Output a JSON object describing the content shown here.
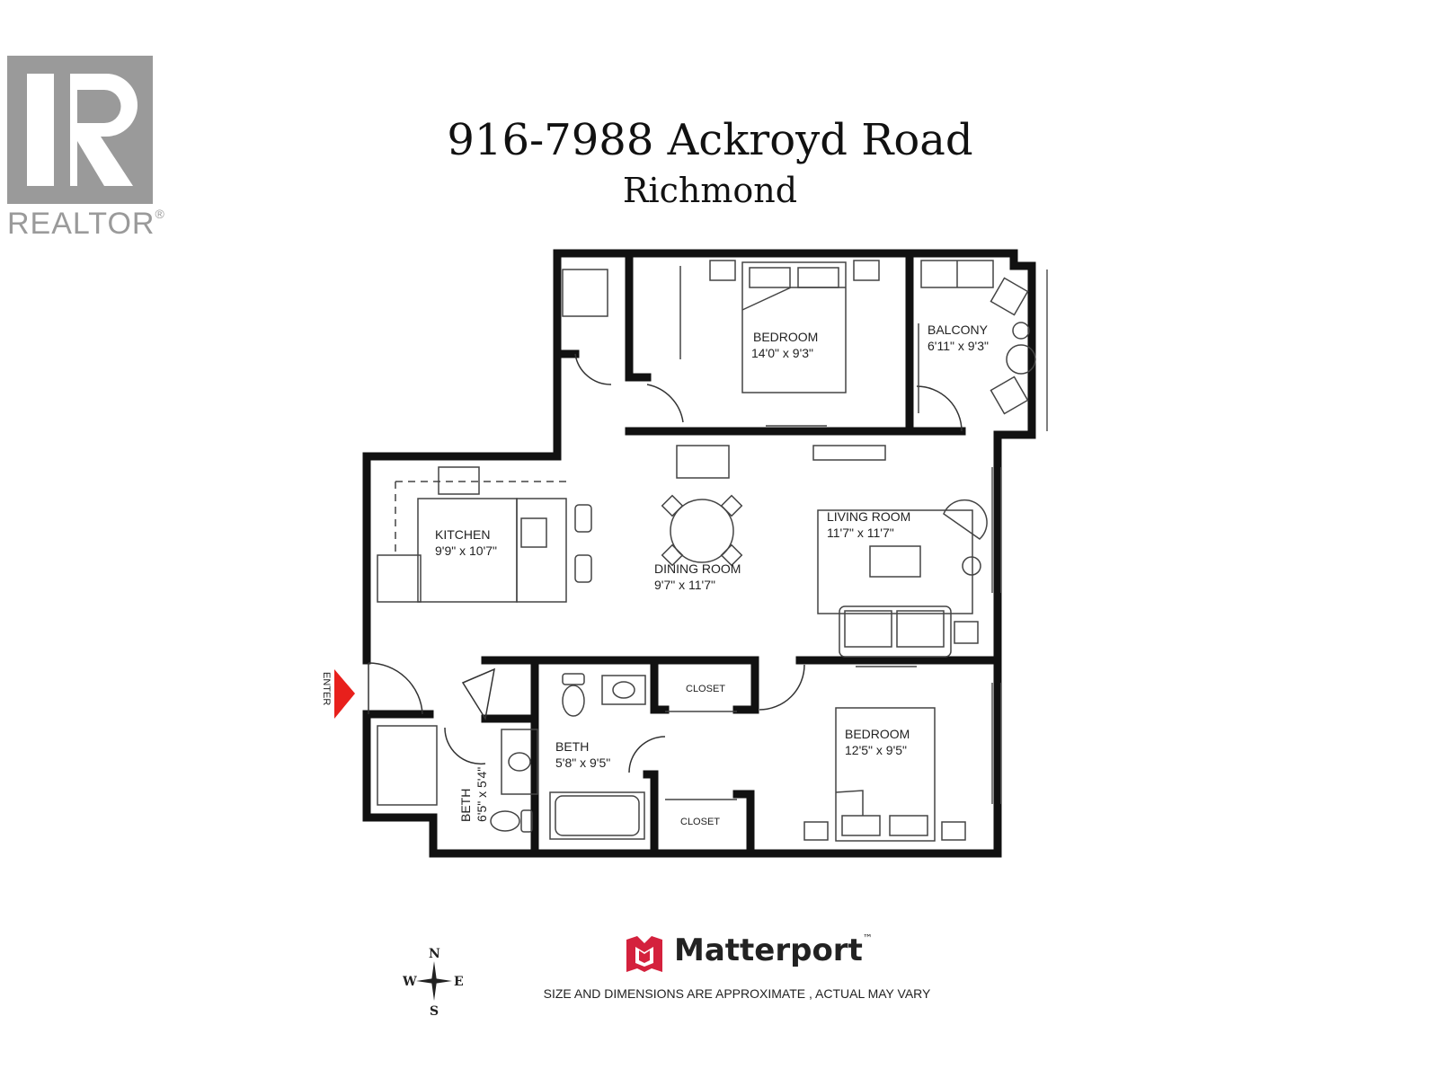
{
  "logo": {
    "realtor_word": "REALTOR",
    "realtor_reg": "®",
    "icon": "realtor-r-icon"
  },
  "header": {
    "title": "916-7988 Ackroyd Road",
    "subtitle": "Richmond"
  },
  "rooms": {
    "bedroom1": {
      "name": "BEDROOM",
      "dims": "14'0\" x 9'3\""
    },
    "balcony": {
      "name": "BALCONY",
      "dims": "6'11\" x 9'3\""
    },
    "kitchen": {
      "name": "KITCHEN",
      "dims": "9'9\" x 10'7\""
    },
    "dining": {
      "name": "DINING ROOM",
      "dims": "9'7\" x 11'7\""
    },
    "living": {
      "name": "LIVING ROOM",
      "dims": "11'7\" x 11'7\""
    },
    "bath1": {
      "name": "BETH",
      "dims": "6'5\" x 5'4\""
    },
    "bath2": {
      "name": "BETH",
      "dims": "5'8\" x 9'5\""
    },
    "bedroom2": {
      "name": "BEDROOM",
      "dims": "12'5\" x 9'5\""
    },
    "closet1": "CLOSET",
    "closet2": "CLOSET"
  },
  "entry_label": "ENTER",
  "compass": {
    "n": "N",
    "s": "S",
    "e": "E",
    "w": "W"
  },
  "footer": {
    "brand": "Matterport",
    "tm": "™",
    "disclaimer": "SIZE AND DIMENSIONS ARE APPROXIMATE , ACTUAL MAY VARY"
  },
  "colors": {
    "wall": "#111111",
    "enter_arrow": "#e8201c",
    "brand_red": "#d4213d",
    "realtor_grey": "#9a9a9a"
  }
}
